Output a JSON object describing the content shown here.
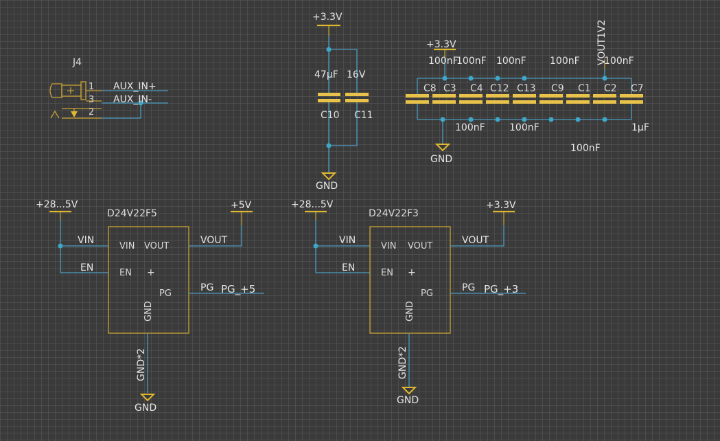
{
  "connector": {
    "ref": "J4",
    "pin1": "1",
    "pin3": "3",
    "pin2": "2",
    "net1": "AUX_IN+",
    "net2": "AUX_IN-"
  },
  "bulk_caps": {
    "supply": "+3.3V",
    "value_left": "47µF",
    "value_right": "16V",
    "ref_left": "C10",
    "ref_right": "C11",
    "gnd": "GND"
  },
  "decoupling": {
    "supply": "+3.3V",
    "rail2": "VOUT1V2",
    "refs": [
      "C8",
      "C3",
      "C4",
      "C12",
      "C13",
      "C9",
      "C1",
      "C2",
      "C7"
    ],
    "top_values": [
      "100nF",
      "100nF",
      "100nF",
      "100nF",
      "100nF"
    ],
    "bottom_values": [
      "100nF",
      "100nF",
      "100nF",
      "1µF"
    ],
    "gnd": "GND"
  },
  "regulators": [
    {
      "part": "D24V22F5",
      "input": "+28...5V",
      "output": "+5V",
      "pin_vin": "VIN",
      "pin_vout": "VOUT",
      "pin_en": "EN",
      "pin_pg": "PG",
      "pin_gnd": "GND",
      "wire_vin": "VIN",
      "wire_en": "EN",
      "wire_vout": "VOUT",
      "wire_pg": "PG",
      "pg_net": "PG_+5",
      "gnd_net": "GND*2",
      "gnd": "GND"
    },
    {
      "part": "D24V22F3",
      "input": "+28...5V",
      "output": "+3.3V",
      "pin_vin": "VIN",
      "pin_vout": "VOUT",
      "pin_en": "EN",
      "pin_pg": "PG",
      "pin_gnd": "GND",
      "wire_vin": "VIN",
      "wire_en": "EN",
      "wire_vout": "VOUT",
      "wire_pg": "PG",
      "pg_net": "PG_+3",
      "gnd_net": "GND*2",
      "gnd": "GND"
    }
  ]
}
